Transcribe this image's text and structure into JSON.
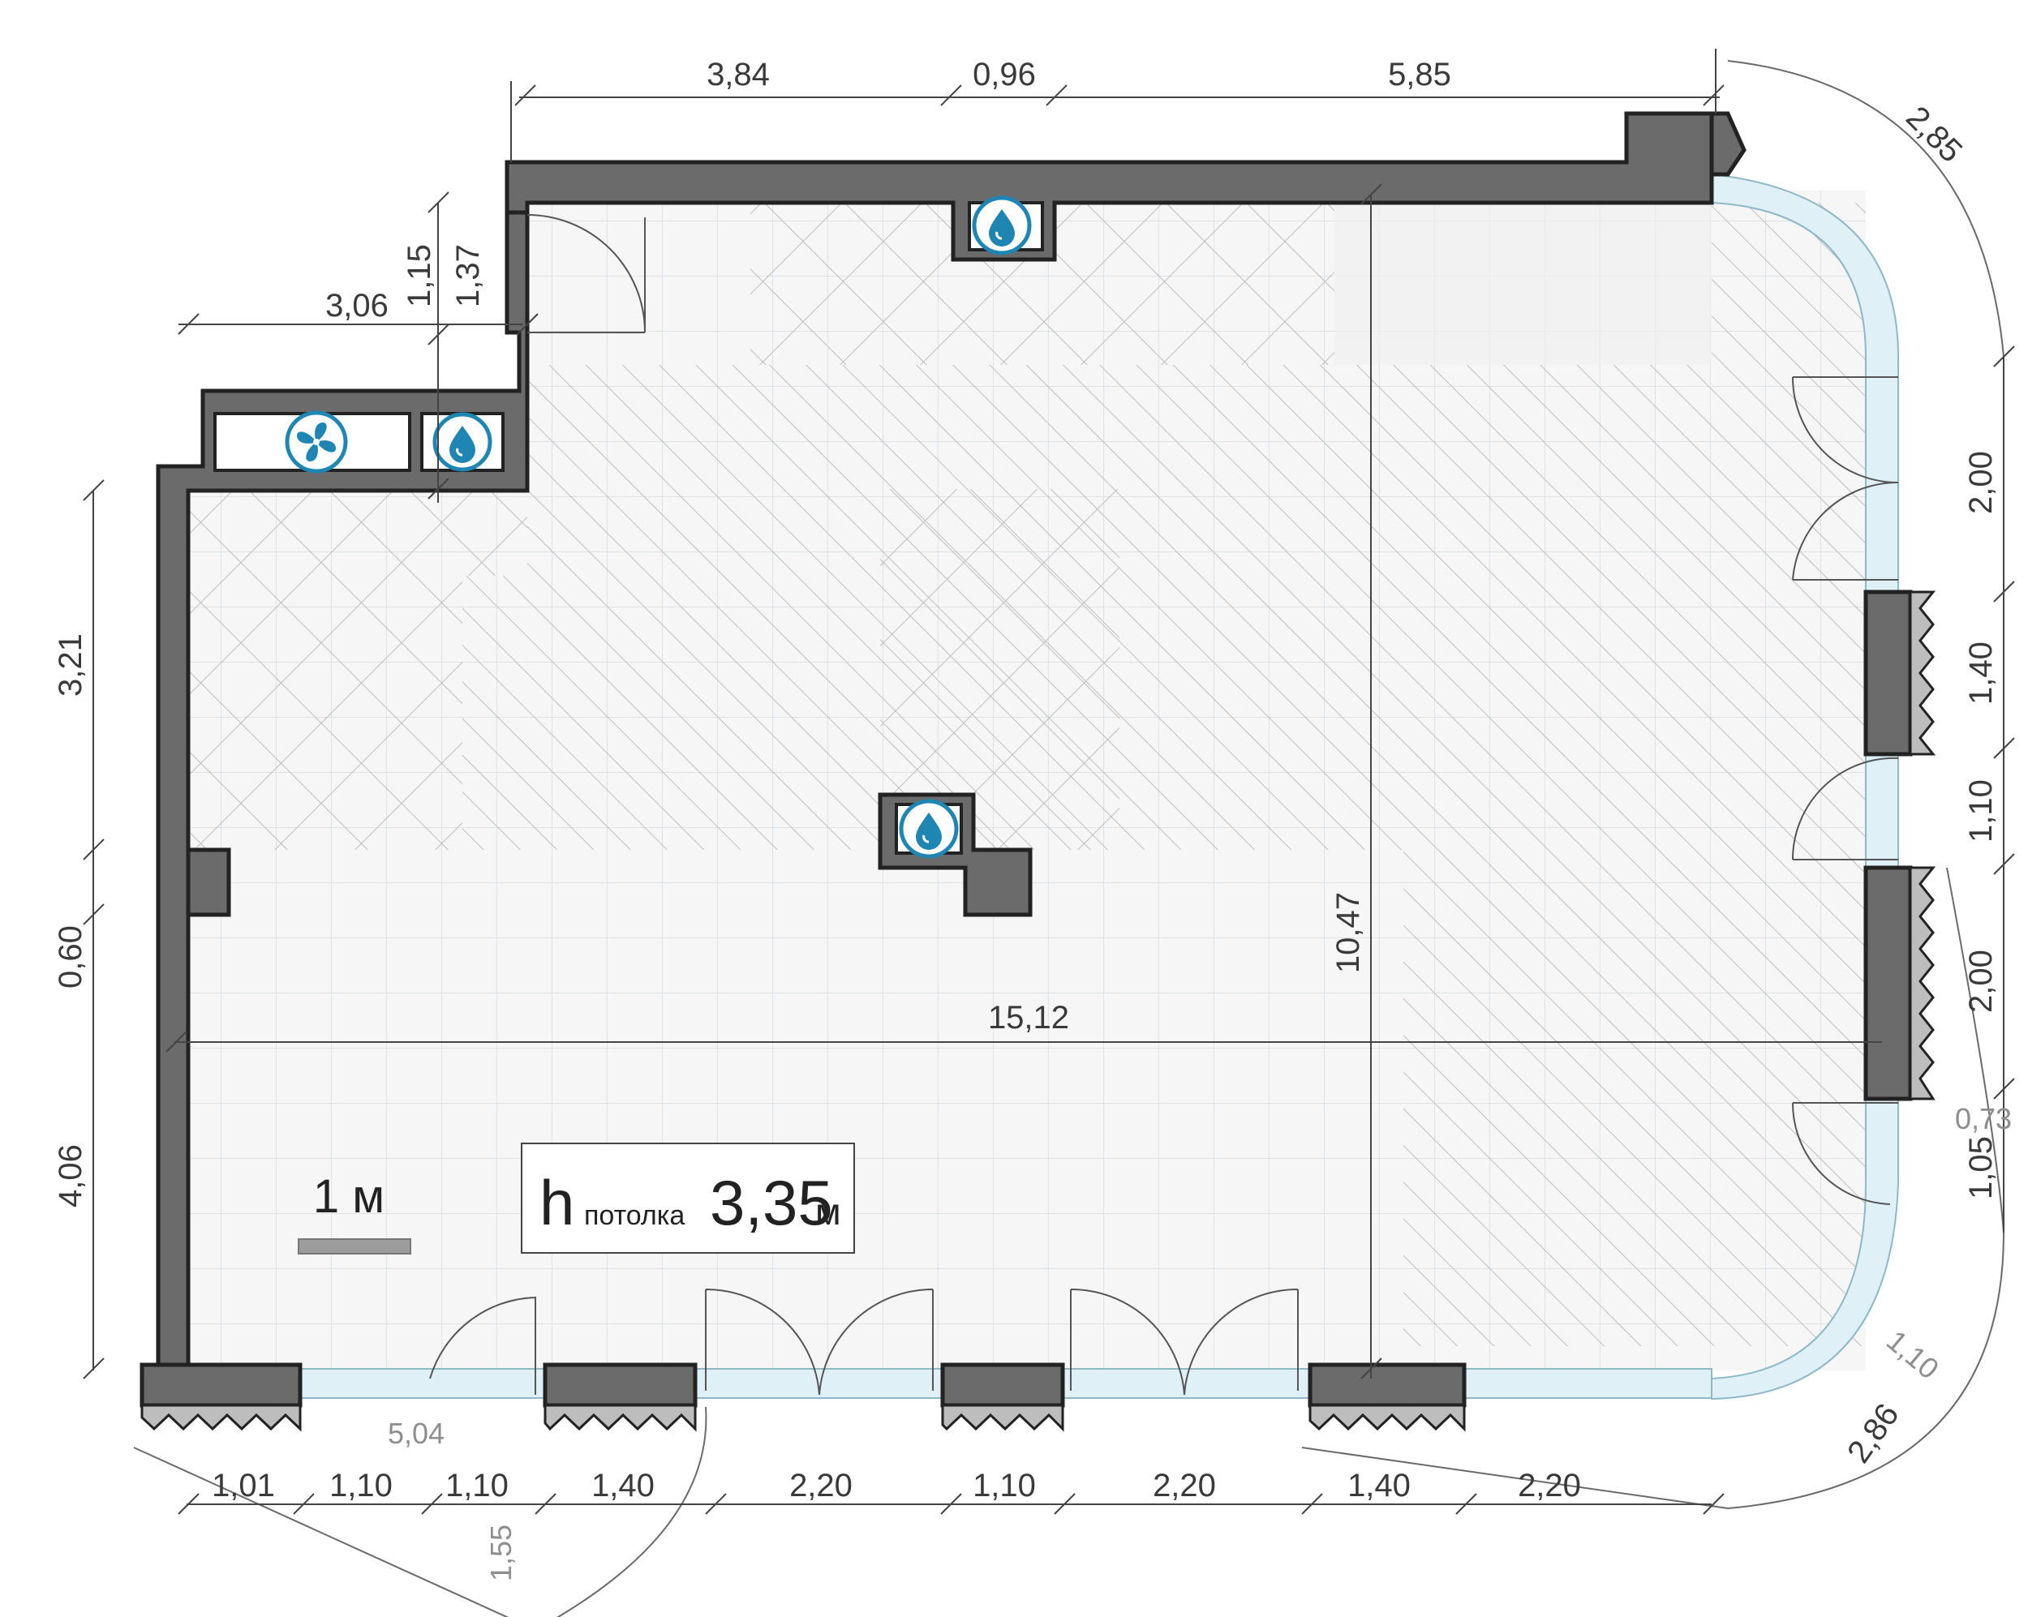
{
  "plan": {
    "dimensions": {
      "top_1": "3,84",
      "top_2": "0,96",
      "top_3": "5,85",
      "diag_top_right": "2,85",
      "left_3_06": "3,06",
      "v_1_15": "1,15",
      "v_1_37": "1,37",
      "left_3_21": "3,21",
      "left_0_60": "0,60",
      "left_4_06": "4,06",
      "center_15_12": "15,12",
      "center_10_47": "10,47",
      "right_2_00_a": "2,00",
      "right_1_40": "1,40",
      "right_1_10": "1,10",
      "right_2_00_b": "2,00",
      "right_0_73": "0,73",
      "right_1_05": "1,05",
      "diag_1_10": "1,10",
      "diag_2_86": "2,86",
      "bottom_5_04": "5,04",
      "bottom_1_55": "1,55",
      "b1": "1,01",
      "b2": "1,10",
      "b3": "1,10",
      "b4": "1,40",
      "b5": "2,20",
      "b6": "1,10",
      "b7": "2,20",
      "b8": "1,40",
      "b9": "2,20"
    },
    "scale_label": "1 м",
    "ceiling": {
      "h": "h",
      "word": "потолка",
      "value": "3,35",
      "unit": "м"
    },
    "icons": [
      "water-drop-icon",
      "fan-icon"
    ],
    "colors": {
      "wall": "#6b6b6b",
      "icon": "#1f86b3",
      "glass": "#dff1f7",
      "floor": "#f3f3f3"
    }
  }
}
